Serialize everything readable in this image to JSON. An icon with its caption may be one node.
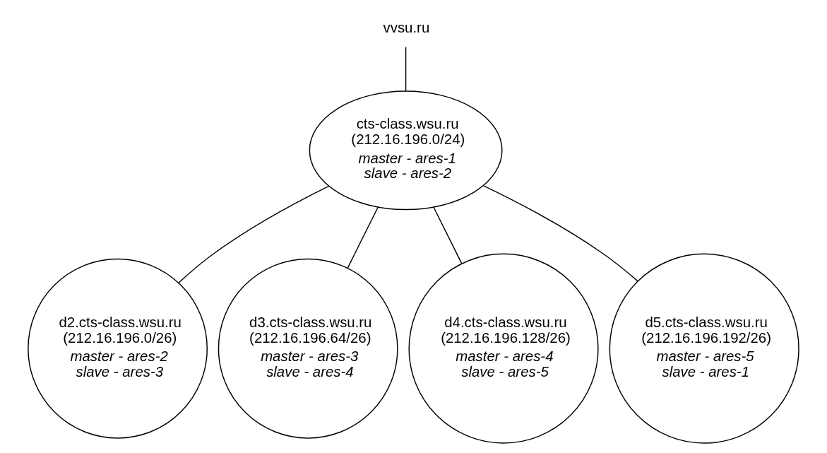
{
  "diagram": {
    "nodes": [
      {
        "text": [
          "vvsu.ru"
        ]
      },
      {
        "text": [
          "cts-class.wsu.ru (212.16.196.0/24)",
          "master - ares-1 slave - ares-2"
        ]
      },
      {
        "text": [
          "d2.cts-class.wsu.ru (212.16.196.0/26)",
          "master - ares-2 slave - ares-3"
        ]
      },
      {
        "text": [
          "d3.cts-class.wsu.ru (212.16.196.64/26)",
          "master - ares-3 slave - ares-4"
        ]
      },
      {
        "text": [
          "d4.cts-class.wsu.ru (212.16.196.128/26)",
          "master - ares-4 slave - ares-5"
        ]
      },
      {
        "text": [
          "d5.cts-class.wsu.ru (212.16.196.192/26)",
          "master - ares-5 slave - ares-1"
        ]
      }
    ],
    "edges": [
      {
        "from": 0,
        "to": 1,
        "arrow": "none"
      },
      {
        "from": 1,
        "to": 2,
        "arrow": "none"
      },
      {
        "from": 1,
        "to": 3,
        "arrow": "none"
      },
      {
        "from": 1,
        "to": 4,
        "arrow": "none"
      },
      {
        "from": 1,
        "to": 5,
        "arrow": "none"
      }
    ]
  }
}
